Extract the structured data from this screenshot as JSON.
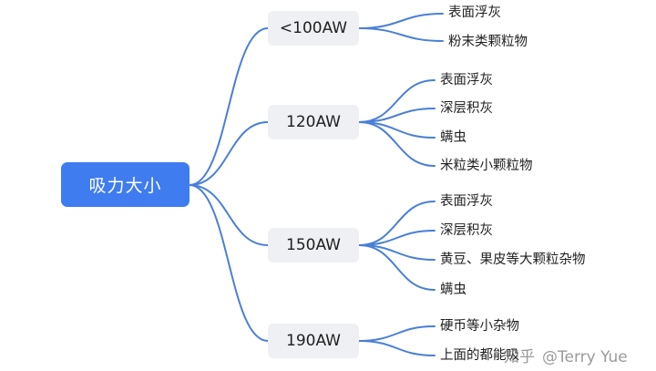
{
  "root": {
    "label": "吸力大小"
  },
  "colors": {
    "root_fill": "#3f7cf0",
    "branch_fill": "#eef0f4",
    "connector": "#4a7fd8",
    "text": "#1f1f1f"
  },
  "branches": [
    {
      "label": "<100AW",
      "leaves": [
        "表面浮灰",
        "粉末类颗粒物"
      ]
    },
    {
      "label": "120AW",
      "leaves": [
        "表面浮灰",
        "深层积灰",
        "螨虫",
        "米粒类小颗粒物"
      ]
    },
    {
      "label": "150AW",
      "leaves": [
        "表面浮灰",
        "深层积灰",
        "黄豆、果皮等大颗粒杂物",
        "螨虫"
      ]
    },
    {
      "label": "190AW",
      "leaves": [
        "硬币等小杂物",
        "上面的都能吸"
      ]
    }
  ],
  "watermark": {
    "logo": "知乎",
    "text": "@Terry Yue"
  }
}
